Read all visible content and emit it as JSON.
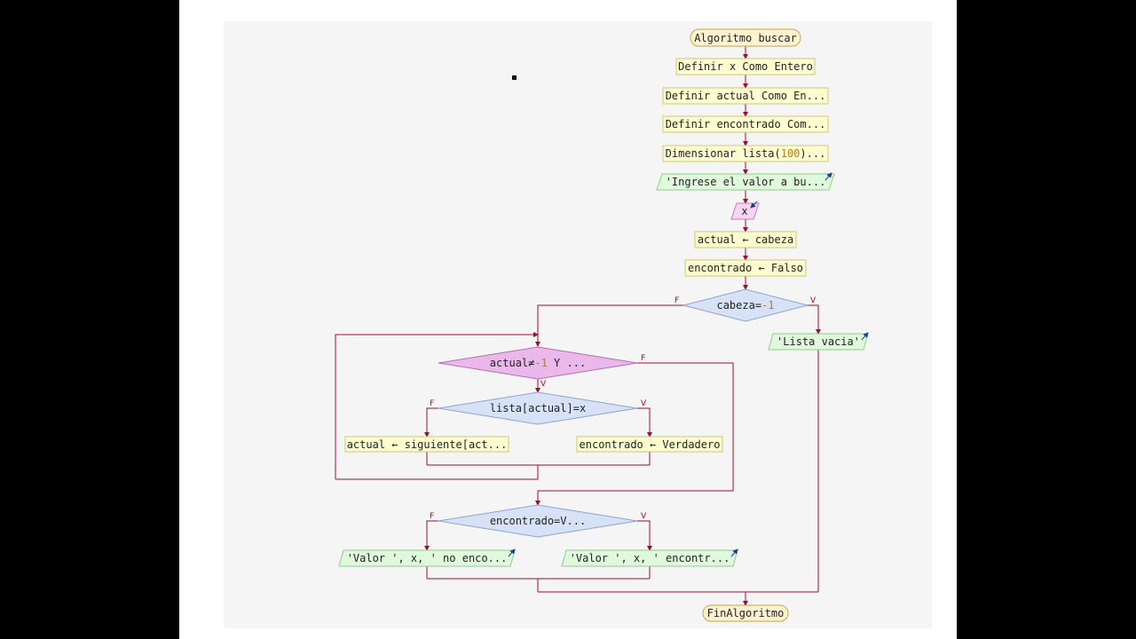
{
  "flowchart": {
    "start": "Algoritmo buscar",
    "steps": {
      "define_x": "Definir x Como Entero",
      "define_actual": "Definir actual Como En...",
      "define_found": "Definir encontrado Com...",
      "dimension_prefix": "Dimensionar lista(",
      "dimension_num": "100",
      "dimension_suffix": ")...",
      "prompt": "'Ingrese el valor a bu...",
      "read_x": "x",
      "assign_actual": "actual ← cabeza",
      "assign_found": "encontrado ← Falso",
      "cond_head_prefix": "cabeza=",
      "cond_head_num": "-1",
      "empty_list": "'Lista vacia'",
      "cond_loop_prefix": "actual≠",
      "cond_loop_num": "-1",
      "cond_loop_suffix": " Y ...",
      "cond_match": "lista[actual]=x",
      "advance": "actual ← siguiente[act...",
      "set_found": "encontrado ← Verdadero",
      "cond_found": "encontrado=V...",
      "msg_not_found": "'Valor ', x, ' no enco...",
      "msg_found": "'Valor ', x, ' encontr..."
    },
    "end": "FinAlgoritmo",
    "branch_labels": {
      "true": "V",
      "false": "F"
    }
  },
  "colors": {
    "terminal_fill": "#fdf3cf",
    "terminal_stroke": "#c8a44b",
    "process_fill": "#fdfdd0",
    "process_stroke": "#c9c97a",
    "io_fill": "#e0f8dc",
    "io_stroke": "#8ccf88",
    "read_fill": "#f7d6f2",
    "read_stroke": "#c07ac0",
    "decision_fill": "#d8e2f7",
    "decision_stroke": "#8fa3cf",
    "loop_fill": "#ebb8eb",
    "loop_stroke": "#b070b0",
    "connector": "#9b1030",
    "number": "#c07a10"
  }
}
